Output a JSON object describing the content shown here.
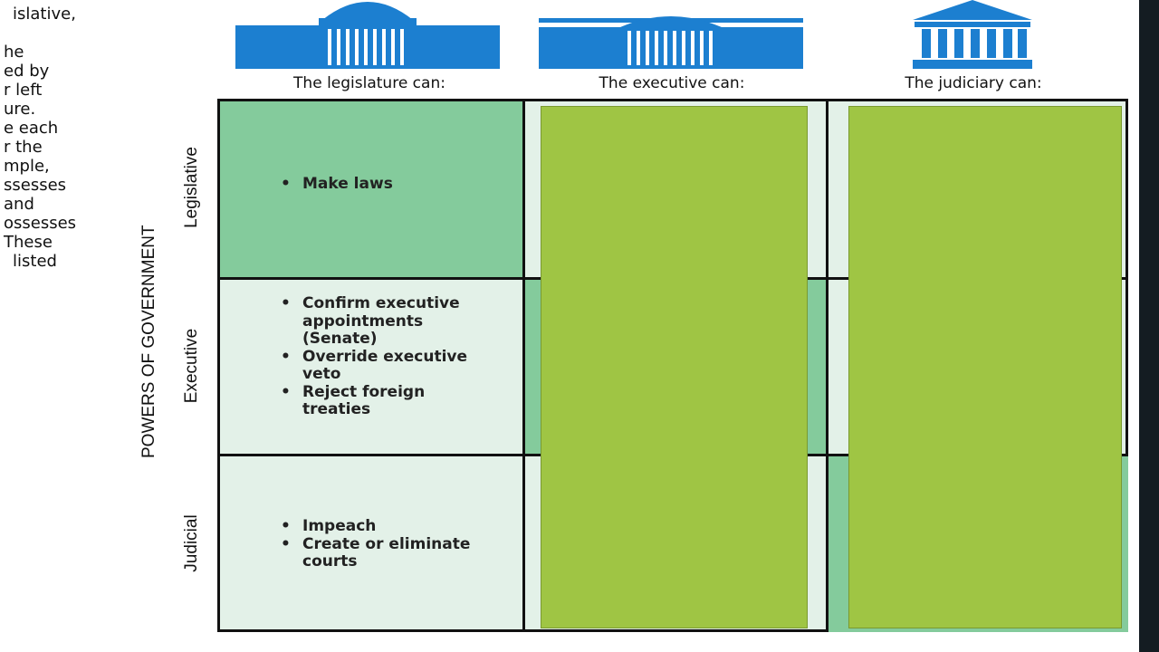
{
  "side_text_lines": [
    "islative,",
    "",
    "he",
    "ed by",
    "r left",
    "ure.",
    "e each",
    "r the",
    "mple,",
    "ssesses",
    "and",
    "ossesses",
    "These",
    "listed"
  ],
  "headers": {
    "legislature": "The legislature can:",
    "executive": "The executive can:",
    "judiciary": "The judiciary can:"
  },
  "axis_label": "POWERS OF GOVERNMENT",
  "row_labels": {
    "legislative": "Legislative",
    "executive": "Executive",
    "judicial": "Judicial"
  },
  "legislature_powers": {
    "legislative": [
      "Make laws"
    ],
    "executive": [
      "Confirm executive appointments (Senate)",
      "Override executive veto",
      "Reject foreign treaties"
    ],
    "judicial": [
      "Impeach",
      "Create or eliminate courts"
    ]
  },
  "colors": {
    "building_blue": "#1c7fd0",
    "highlight_green": "#84cb9c",
    "light_cell": "#e3f1e8",
    "overlay_green": "#9fc544"
  }
}
